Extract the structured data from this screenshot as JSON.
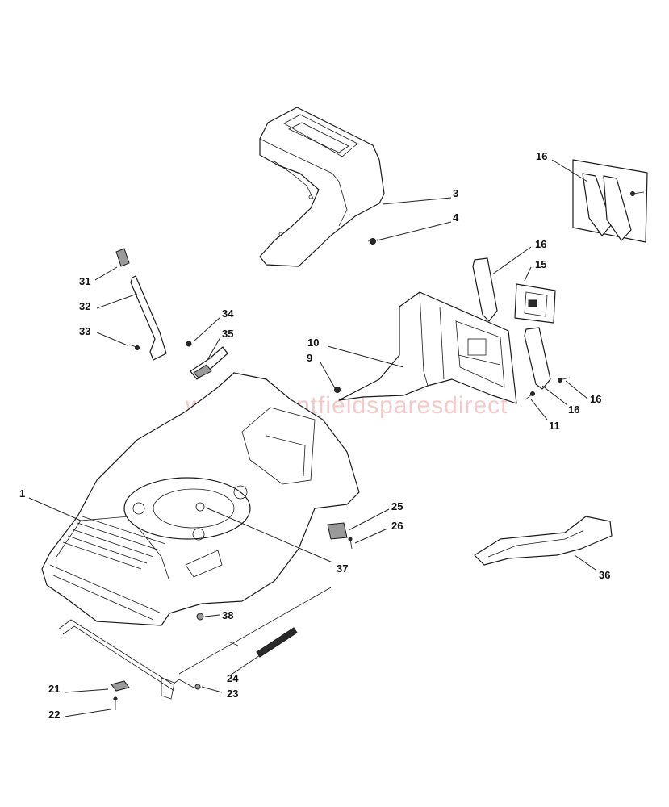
{
  "watermark": "www.mountfieldsparesdirect",
  "callouts": {
    "c1": "1",
    "c3": "3",
    "c4": "4",
    "c9": "9",
    "c10": "10",
    "c11": "11",
    "c15": "15",
    "c16a": "16",
    "c16b": "16",
    "c16c": "16",
    "c16d": "16",
    "c21": "21",
    "c22": "22",
    "c23": "23",
    "c24": "24",
    "c25": "25",
    "c26": "26",
    "c31": "31",
    "c32": "32",
    "c33": "33",
    "c34": "34",
    "c35": "35",
    "c36": "36",
    "c37": "37",
    "c38": "38"
  }
}
